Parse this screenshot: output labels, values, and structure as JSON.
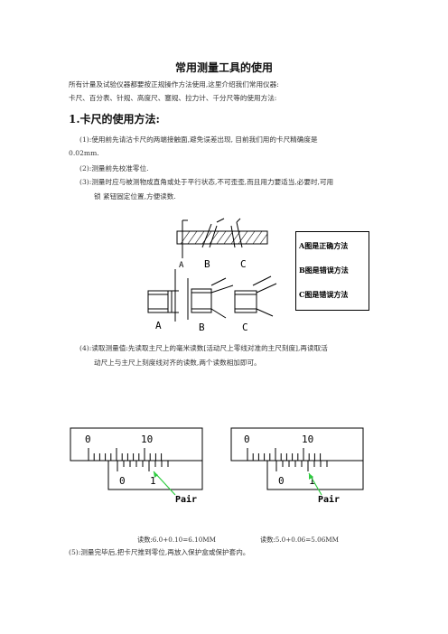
{
  "doc": {
    "title": "常用测量工具的使用",
    "intro": [
      "所有计量及试验仪器都要按正规操作方法使用,这里介绍我们常用仪器:",
      "卡尺、百分表、针规、高度尺、塞规、拉力计、千分尺等的使用方法:"
    ],
    "section1_title": "1.卡尺的使用方法:",
    "step1_line1": "(1):使用前先请沽卡尺的两端接触面,避免误差出现, 目前我们用的卡尺精确度是",
    "step1_line2": "0.02mm.",
    "step2": "(2):测量前先校准零位.",
    "step3_line1": "(3):测量时应与被测物成直角或处于平行状态,不可歪歪,而且用力要适当,必要时,可用",
    "step3_line2": "锁   紧钮固定位置,方便读数.",
    "step4_line1": "(4):读取测量值:先读取主尺上的毫米读数[活动尺上零线对准的主尺刻度],再读取活",
    "step4_line2": "动尺上与主尺上刻度线对齐的读数,两个读数相加即可。",
    "step5": "(5):测量完毕后,把卡尺推到零位,再放入保护盒或保护套内。"
  },
  "figure1": {
    "labels_top": [
      "A",
      "B",
      "C"
    ],
    "labels_bottom": [
      "A",
      "B",
      "C"
    ],
    "legend": [
      "A图是正确方法",
      "B图是错误方法",
      "C图是错误方法"
    ]
  },
  "scales": {
    "left": {
      "main_labels": [
        "0",
        "10"
      ],
      "vernier_labels": [
        "0",
        "1"
      ],
      "pointer_label": "Pair"
    },
    "right": {
      "main_labels": [
        "0",
        "10"
      ],
      "vernier_labels": [
        "0",
        "1"
      ],
      "pointer_label": "Pair"
    },
    "reading_left": "读数:6.0+0.10=6.10MM",
    "reading_right": "读数:5.0+0.06=5.06MM"
  },
  "colors": {
    "pointer": "#2ecc40",
    "ink": "#000000",
    "text": "#333333"
  }
}
